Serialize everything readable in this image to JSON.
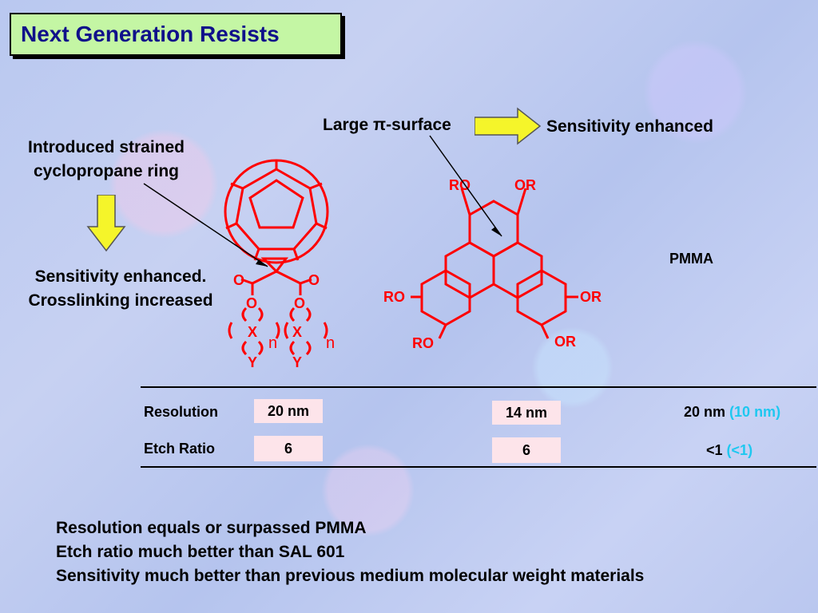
{
  "title": "Next Generation Resists",
  "labels": {
    "strained_line1": "Introduced strained",
    "strained_line2": "cyclopropane ring",
    "sens_cross_line1": "Sensitivity enhanced.",
    "sens_cross_line2": "Crosslinking increased",
    "large_pi": "Large π-surface",
    "sens_enhanced": "Sensitivity enhanced",
    "pmma": "PMMA"
  },
  "molecule1": {
    "o_left": "O",
    "o_right": "O",
    "o_left2": "O",
    "o_right2": "O",
    "x_left": "X",
    "x_right": "X",
    "y_left": "Y",
    "y_right": "Y",
    "n_left": "n",
    "n_right": "n"
  },
  "molecule2": {
    "ro_top_left": "RO",
    "or_top_right": "OR",
    "ro_mid_left": "RO",
    "or_mid_right": "OR",
    "ro_bottom_left": "RO",
    "or_bottom_right": "OR"
  },
  "table": {
    "resolution_label": "Resolution",
    "etch_label": "Etch Ratio",
    "res_1": "20 nm",
    "res_2": "14 nm",
    "res_3": "20 nm",
    "res_3_paren": "(10 nm)",
    "etch_1": "6",
    "etch_2": "6",
    "etch_3": "<1",
    "etch_3_paren": "(<1)"
  },
  "bullets": [
    "Resolution equals or surpassed PMMA",
    "Etch ratio much better than SAL 601",
    "Sensitivity much better than previous medium molecular weight materials"
  ],
  "colors": {
    "molecule": "#ff0000",
    "arrow_fill": "#f5f52a",
    "cyan": "#1ec8f0",
    "title_bg": "#c4f6a4"
  }
}
